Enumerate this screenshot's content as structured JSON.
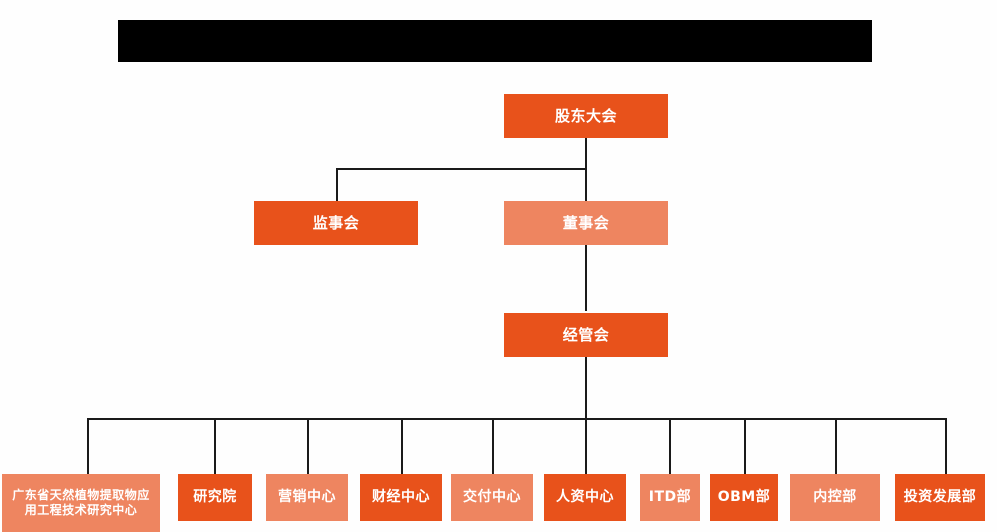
{
  "diagram": {
    "type": "org-chart",
    "title_bar": {
      "label": "",
      "state": "redacted-black-bar"
    },
    "colors": {
      "accent_dark": "#e8521b",
      "accent_light": "#ee8560",
      "connector": "#1a1a1a",
      "background": "#fefefe",
      "title_bar": "#000000",
      "node_text": "#ffffff"
    },
    "levels": [
      {
        "level": 1,
        "nodes": [
          {
            "id": "shareholders",
            "label": "股东大会",
            "shade": "dark"
          }
        ]
      },
      {
        "level": 2,
        "nodes": [
          {
            "id": "supervisory-board",
            "label": "监事会",
            "shade": "dark"
          },
          {
            "id": "board-of-directors",
            "label": "董事会",
            "shade": "light"
          }
        ]
      },
      {
        "level": 3,
        "nodes": [
          {
            "id": "management-committee",
            "label": "经管会",
            "shade": "dark"
          }
        ]
      },
      {
        "level": 4,
        "nodes": [
          {
            "id": "engineering-research-center",
            "label": "广东省天然植物提取物应用工程技术研究中心",
            "shade": "light"
          },
          {
            "id": "research-institute",
            "label": "研究院",
            "shade": "dark"
          },
          {
            "id": "marketing-center",
            "label": "营销中心",
            "shade": "light"
          },
          {
            "id": "finance-center",
            "label": "财经中心",
            "shade": "dark"
          },
          {
            "id": "delivery-center",
            "label": "交付中心",
            "shade": "light"
          },
          {
            "id": "hr-center",
            "label": "人资中心",
            "shade": "dark"
          },
          {
            "id": "itd-department",
            "label": "ITD部",
            "shade": "light"
          },
          {
            "id": "obm-department",
            "label": "OBM部",
            "shade": "dark"
          },
          {
            "id": "internal-control-department",
            "label": "内控部",
            "shade": "light"
          },
          {
            "id": "investment-development-department",
            "label": "投资发展部",
            "shade": "dark"
          }
        ]
      }
    ]
  }
}
